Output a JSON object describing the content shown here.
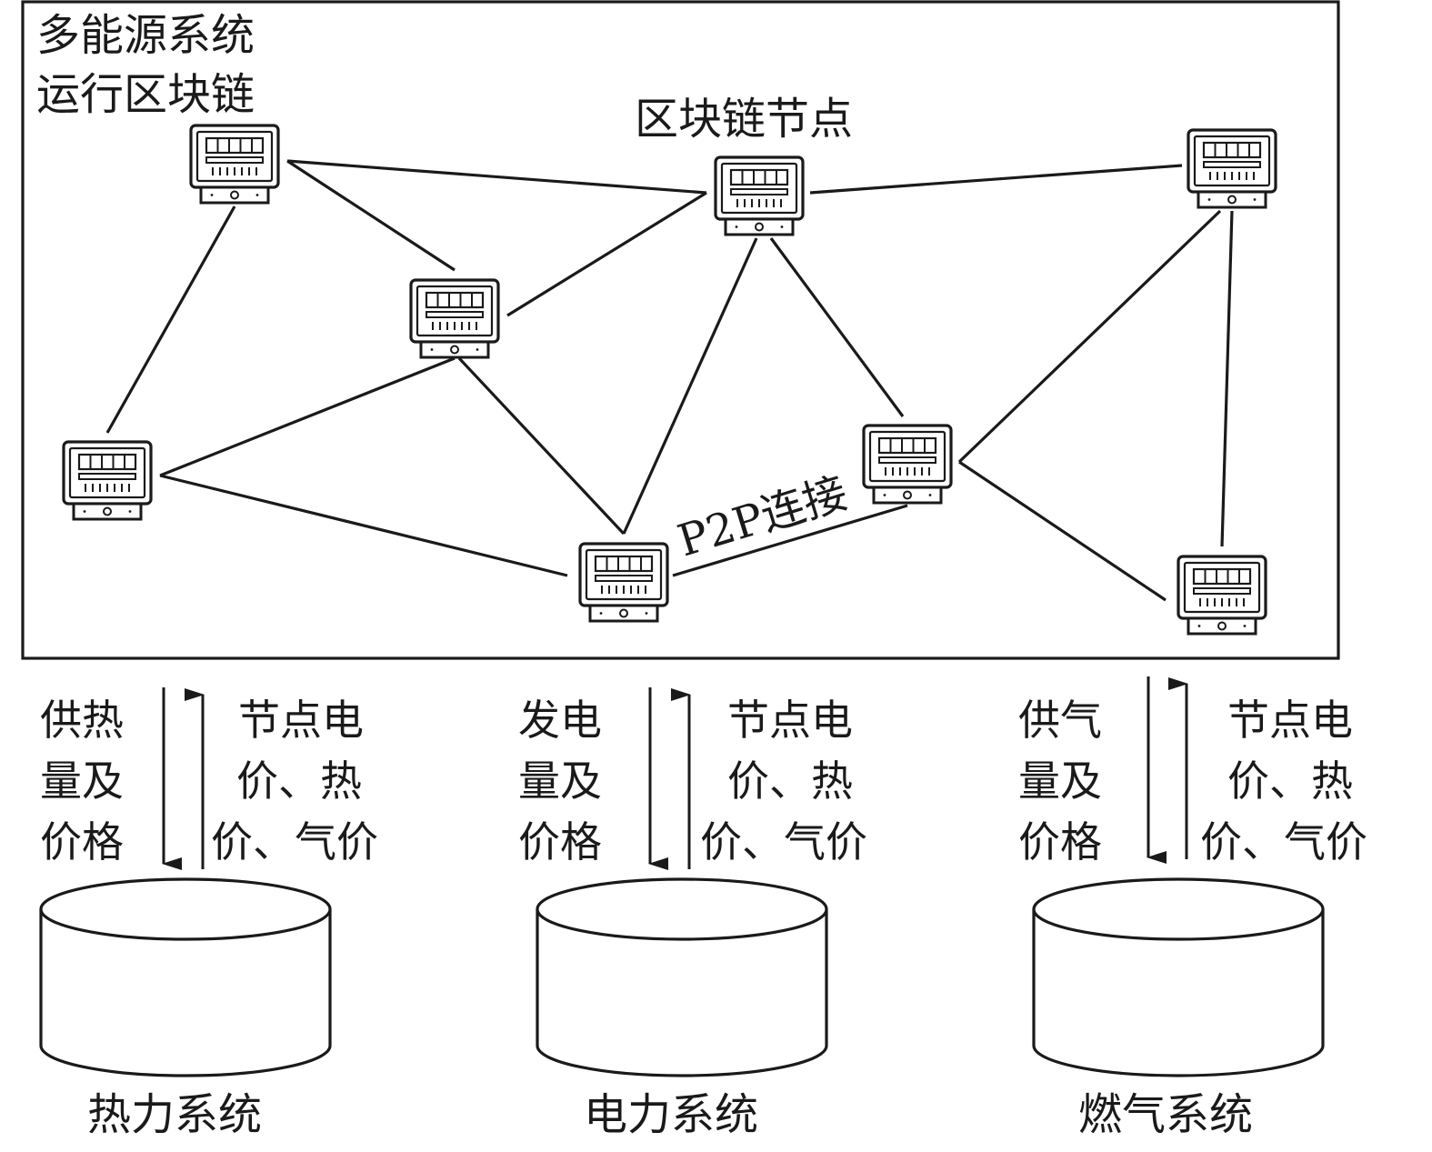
{
  "network": {
    "title_line1": "多能源系统",
    "title_line2": "运行区块链",
    "node_label": "区块链节点",
    "p2p_label": "P2P连接"
  },
  "systems": [
    {
      "name": "热力系统",
      "down_text": [
        "供热",
        "量及",
        "价格"
      ],
      "up_text": [
        "节点电",
        "价、热",
        "价、气价"
      ]
    },
    {
      "name": "电力系统",
      "down_text": [
        "发电",
        "量及",
        "价格"
      ],
      "up_text": [
        "节点电",
        "价、热",
        "价、气价"
      ]
    },
    {
      "name": "燃气系统",
      "down_text": [
        "供气",
        "量及",
        "价格"
      ],
      "up_text": [
        "节点电",
        "价、热",
        "价、气价"
      ]
    }
  ],
  "icons": {
    "node": "meter-icon",
    "database": "cylinder-database-icon"
  }
}
